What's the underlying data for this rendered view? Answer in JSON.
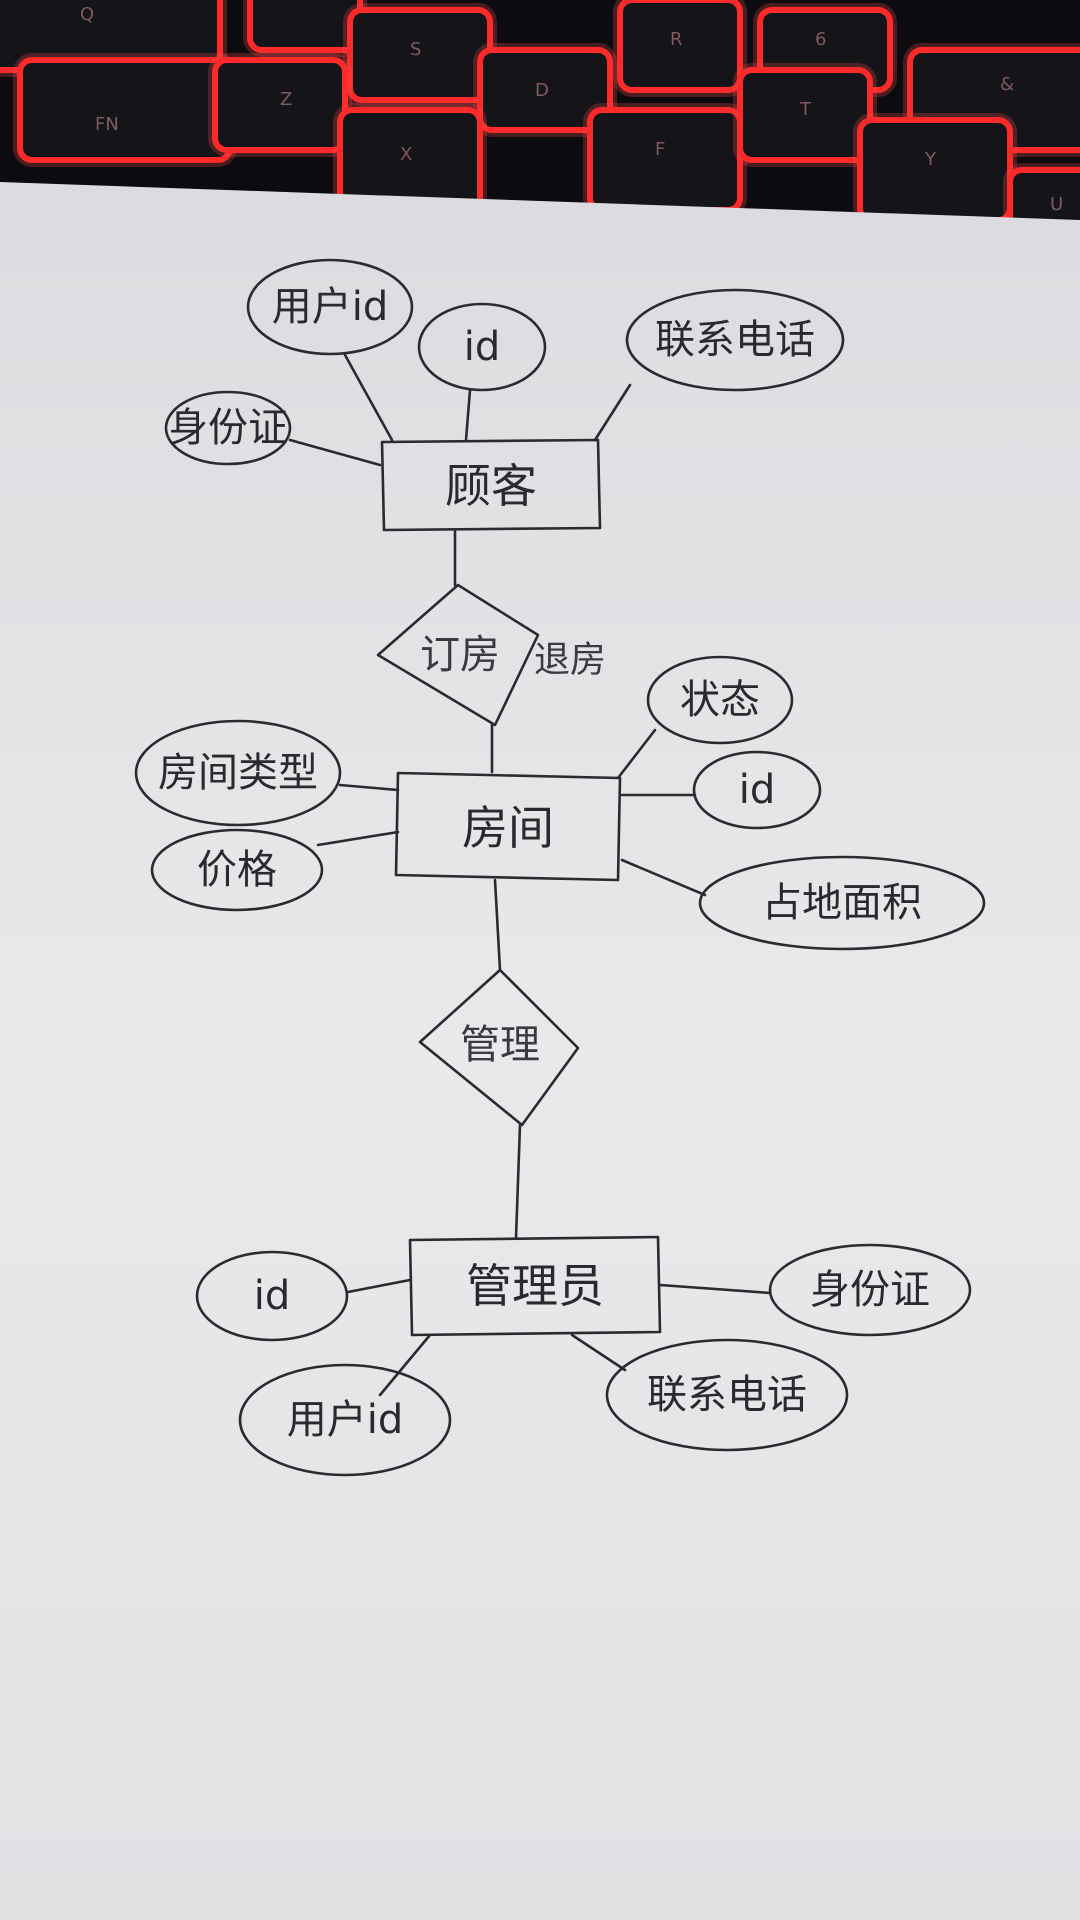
{
  "entities": {
    "customer": "顾客",
    "room": "房间",
    "admin": "管理员"
  },
  "relationships": {
    "booking": "订房",
    "booking_note": "退房",
    "manage": "管理"
  },
  "attributes": {
    "customer_user_id": "用户id",
    "customer_id": "id",
    "customer_phone": "联系电话",
    "customer_id_card": "身份证",
    "room_status": "状态",
    "room_type": "房间类型",
    "room_id": "id",
    "room_price": "价格",
    "room_area": "占地面积",
    "admin_id": "id",
    "admin_id_card": "身份证",
    "admin_user_id": "用户id",
    "admin_phone": "联系电话"
  },
  "keyboard": {
    "keys": [
      "Q",
      "S",
      "D",
      "R",
      "6",
      "&",
      "Z",
      "X",
      "F",
      "T",
      "Y",
      "FN",
      "U"
    ]
  },
  "colors": {
    "paper": "#e9e9eb",
    "ink": "#2b2b2f",
    "key_backlight": "#ff2a2a",
    "keyboard": "#0c0c10"
  }
}
